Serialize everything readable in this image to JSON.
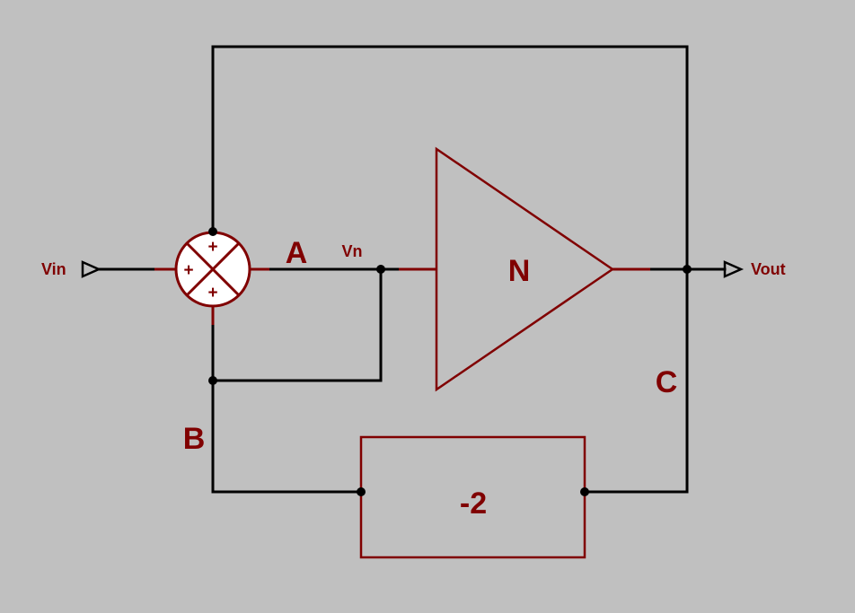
{
  "colors": {
    "background": "#c0c0c0",
    "wire": "#000000",
    "component": "#800000",
    "label": "#800000"
  },
  "ports": {
    "input_label": "Vin",
    "output_label": "Vout"
  },
  "summer": {
    "icon": "summing-junction-icon",
    "signs": {
      "left": "+",
      "top": "+",
      "bottom": "+"
    }
  },
  "amplifier": {
    "icon": "amplifier-triangle-icon",
    "gain_label": "N"
  },
  "feedback_block": {
    "gain_label": "-2"
  },
  "nodes": {
    "a": "A",
    "b": "B",
    "c": "C",
    "vn": "Vn"
  }
}
